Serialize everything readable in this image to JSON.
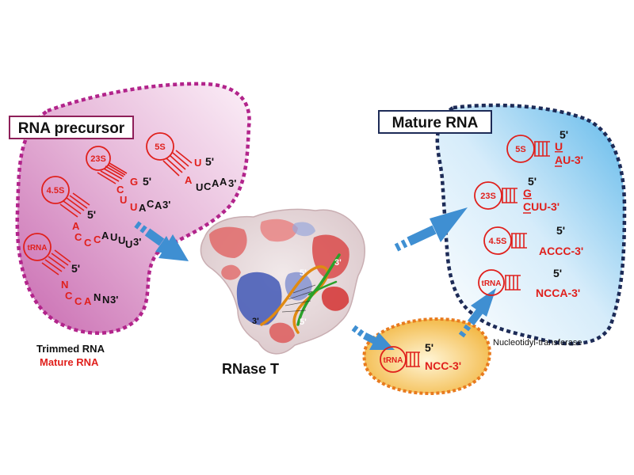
{
  "precursor": {
    "title": "RNA precursor",
    "rna_23s": {
      "label": "23S",
      "five": "5'",
      "red": [
        "G",
        "C",
        "U",
        "U"
      ],
      "black": [
        "A",
        "C",
        "A",
        "3'"
      ]
    },
    "rna_5s": {
      "label": "5S",
      "five": "5'",
      "red": [
        "U",
        "A"
      ],
      "black": [
        "U",
        "C",
        "A",
        "A",
        "3'"
      ]
    },
    "rna_45s": {
      "label": "4.5S",
      "five": "5'",
      "red": [
        "A",
        "C",
        "C",
        "C"
      ],
      "black": [
        "A",
        "U",
        "U",
        "U",
        "3'"
      ]
    },
    "rna_trna": {
      "label": "tRNA",
      "five": "5'",
      "red": [
        "N",
        "C",
        "C",
        "A"
      ],
      "black": [
        "N",
        "N",
        "3'"
      ]
    }
  },
  "legend": {
    "trimmed": "Trimmed RNA",
    "mature": "Mature RNA"
  },
  "enzyme": {
    "label": "RNase T",
    "strand_labels": [
      "3'",
      "5'",
      "3'",
      "5'"
    ]
  },
  "intermediate": {
    "label": "tRNA",
    "five": "5'",
    "seq": "NCC-3'",
    "enzyme": "Nucleotidyl-transferase"
  },
  "mature": {
    "title": "Mature RNA",
    "rows": [
      {
        "label": "5S",
        "five": "5'",
        "top": "U",
        "bottom": "AU-3'"
      },
      {
        "label": "23S",
        "five": "5'",
        "top": "G",
        "bottom": "CUU-3'"
      },
      {
        "label": "4.5S",
        "five": "5'",
        "bottom": "ACCC-3'"
      },
      {
        "label": "tRNA",
        "five": "5'",
        "bottom": "NCCA-3'"
      }
    ]
  },
  "colors": {
    "red": "#e0201c",
    "arrow": "#3f8fd2",
    "precursor_border": "#b2248b",
    "mature_border": "#1d2b57",
    "intermediate_border": "#e87a1e"
  }
}
